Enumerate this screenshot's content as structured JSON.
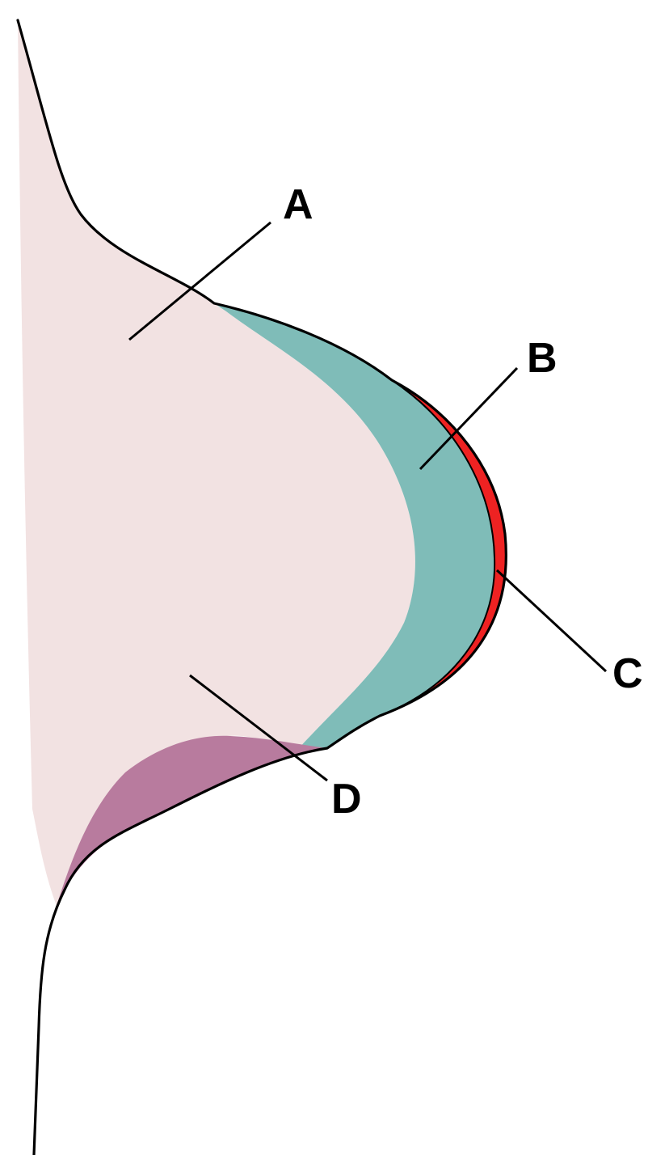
{
  "labels": {
    "a": "A",
    "b": "B",
    "c": "C",
    "d": "D"
  },
  "colors": {
    "background": "#ffffff",
    "region_a": "#f2e2e2",
    "region_b": "#7fbcb8",
    "region_c": "#ee2222",
    "region_d": "#b87b9e",
    "outline": "#000000"
  }
}
